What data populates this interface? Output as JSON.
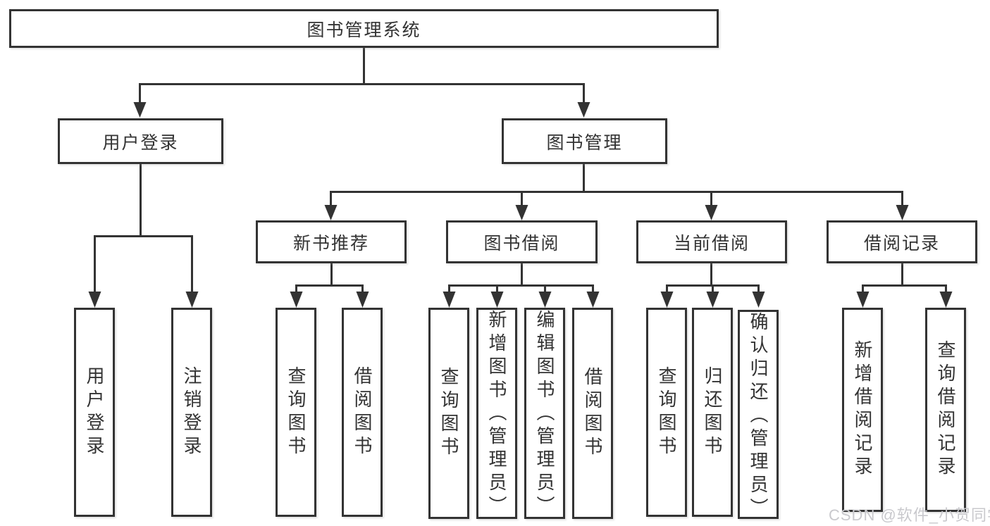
{
  "tree": {
    "root": {
      "label": "图书管理系统"
    },
    "branches": [
      {
        "label": "用户登录",
        "leaves": [
          "用户登录",
          "注销登录"
        ]
      },
      {
        "label": "图书管理",
        "groups": [
          {
            "label": "新书推荐",
            "leaves": [
              "查询图书",
              "借阅图书"
            ]
          },
          {
            "label": "图书借阅",
            "leaves": [
              "查询图书",
              "新增图书（管理员）",
              "编辑图书（管理员）",
              "借阅图书"
            ]
          },
          {
            "label": "当前借阅",
            "leaves": [
              "查询图书",
              "归还图书",
              "确认归还（管理员）"
            ]
          },
          {
            "label": "借阅记录",
            "leaves": [
              "新增借阅记录",
              "查询借阅记录"
            ]
          }
        ]
      }
    ]
  },
  "watermark": {
    "text": "CSDN @软件_小贺同学"
  },
  "colors": {
    "line": "#333333",
    "box_border": "#333333",
    "text": "#333333",
    "background": "#ffffff",
    "watermark": "#c9c9cd"
  }
}
